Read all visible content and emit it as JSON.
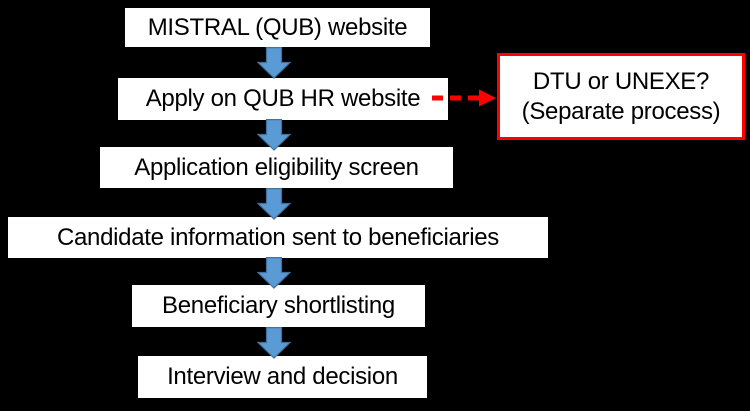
{
  "diagram": {
    "title": "Application process flowchart",
    "colors": {
      "background": "#000000",
      "box_fill": "#ffffff",
      "text_color": "#000000",
      "arrow_fill": "#5b9bd5",
      "arrow_stroke": "#41719c",
      "side_accent": "#ff0000"
    },
    "steps": [
      {
        "label": "MISTRAL (QUB) website"
      },
      {
        "label": "Apply on QUB HR website"
      },
      {
        "label": "Application eligibility screen"
      },
      {
        "label": "Candidate information sent to beneficiaries"
      },
      {
        "label": "Beneficiary shortlisting"
      },
      {
        "label": "Interview and decision"
      }
    ],
    "side_box": {
      "line1": "DTU or UNEXE?",
      "line2": "(Separate process)"
    }
  }
}
